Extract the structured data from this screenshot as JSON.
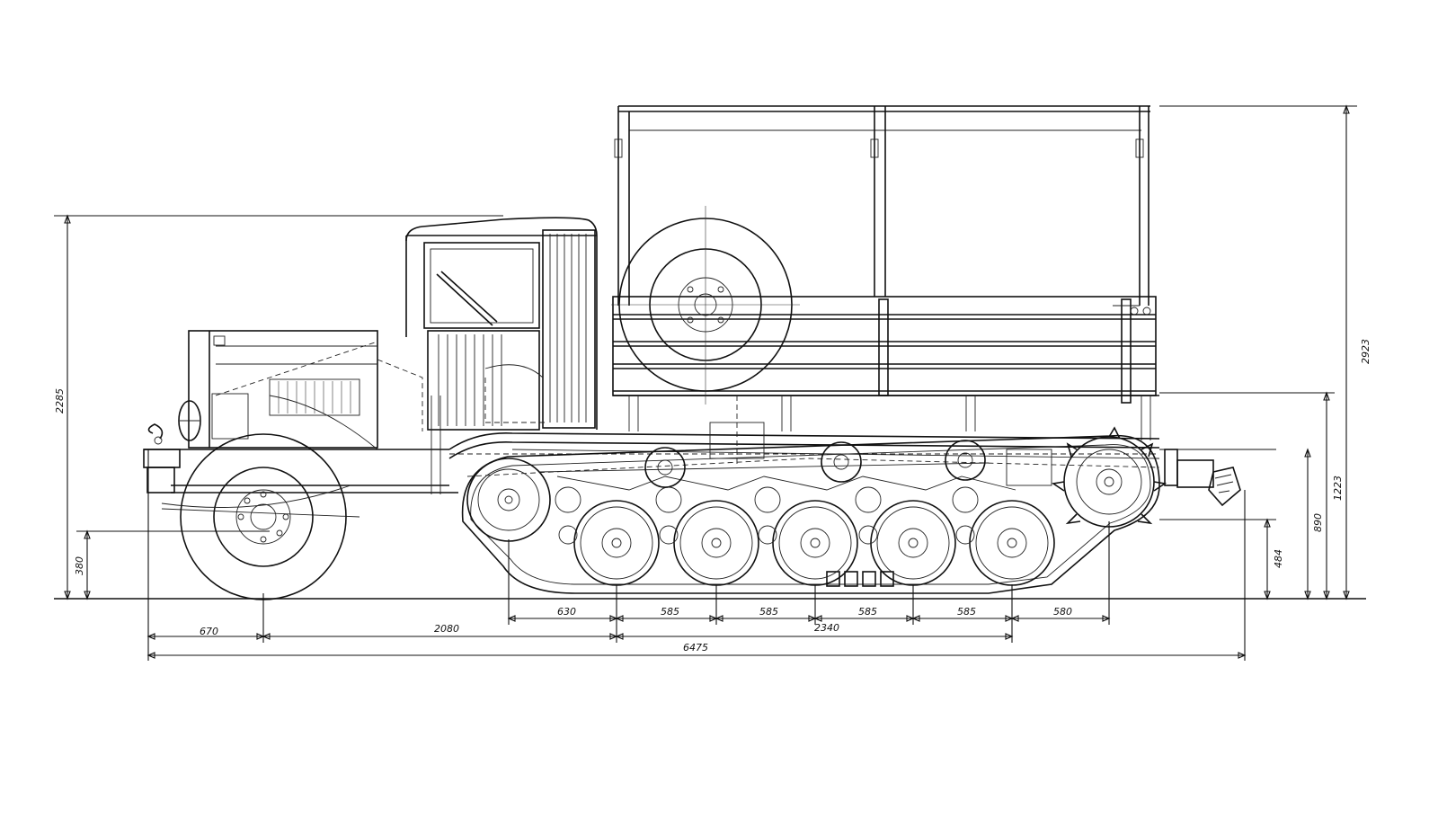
{
  "dimensions": {
    "length_overall": "6475",
    "front_overhang": "670",
    "wheel_to_track": "2080",
    "track_length": "2340",
    "roller_spacing_1": "630",
    "roller_spacing_2": "585",
    "roller_spacing_3": "585",
    "roller_spacing_4": "585",
    "roller_spacing_5": "585",
    "roller_spacing_6": "580",
    "height_cab": "2285",
    "height_overall": "2923",
    "height_platform": "1223",
    "height_frame": "890",
    "height_axle_rear": "484",
    "height_axle_front": "380"
  }
}
